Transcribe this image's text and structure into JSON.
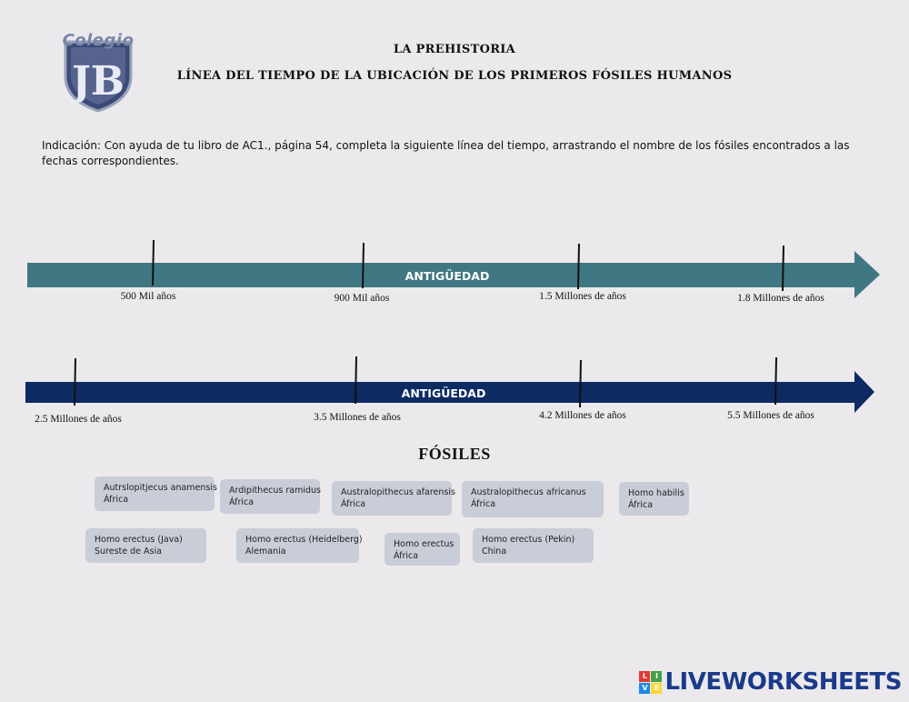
{
  "header": {
    "logo_text": "Colegio",
    "logo_letters": "JB",
    "title": "LA PREHISTORIA",
    "subtitle": "LÍNEA DEL TIEMPO DE LA UBICACIÓN DE LOS PRIMEROS FÓSILES HUMANOS"
  },
  "instruction": "Indicación: Con ayuda de tu libro de AC1., página 54, completa la siguiente línea del tiempo, arrastrando el nombre de los fósiles encontrados a las fechas correspondientes.",
  "timeline1": {
    "label": "ANTIGÜEDAD",
    "color": "#3f7882",
    "dates": [
      "500 Mil años",
      "900 Mil años",
      "1.5 Millones de años",
      "1.8 Millones de años"
    ]
  },
  "timeline2": {
    "label": "ANTIGÜEDAD",
    "color": "#0d2b63",
    "dates": [
      "2.5 Millones de años",
      "3.5 Millones de años",
      "4.2 Millones de años",
      "5.5 Millones de años"
    ]
  },
  "fossils_title": "FÓSILES",
  "fossils": [
    {
      "name": "Autrslopitjecus anamensis",
      "place": "África"
    },
    {
      "name": "Ardipithecus ramidus",
      "place": "África"
    },
    {
      "name": "Australopithecus afarensis",
      "place": "África"
    },
    {
      "name": "Australopithecus  africanus",
      "place": "África"
    },
    {
      "name": "Homo habilis",
      "place": "África"
    },
    {
      "name": "Homo erectus (Java)",
      "place": "Sureste de Asia"
    },
    {
      "name": "Homo erectus (Heidelberg)",
      "place": "Alemania"
    },
    {
      "name": "Homo erectus",
      "place": "África"
    },
    {
      "name": "Homo erectus (Pekin)",
      "place": "China"
    }
  ],
  "brand": {
    "text": "LIVEWORKSHEETS",
    "blocks": [
      "L",
      "I",
      "V",
      "E"
    ],
    "block_colors": [
      "#e53935",
      "#43a047",
      "#1e88e5",
      "#fdd835"
    ]
  }
}
